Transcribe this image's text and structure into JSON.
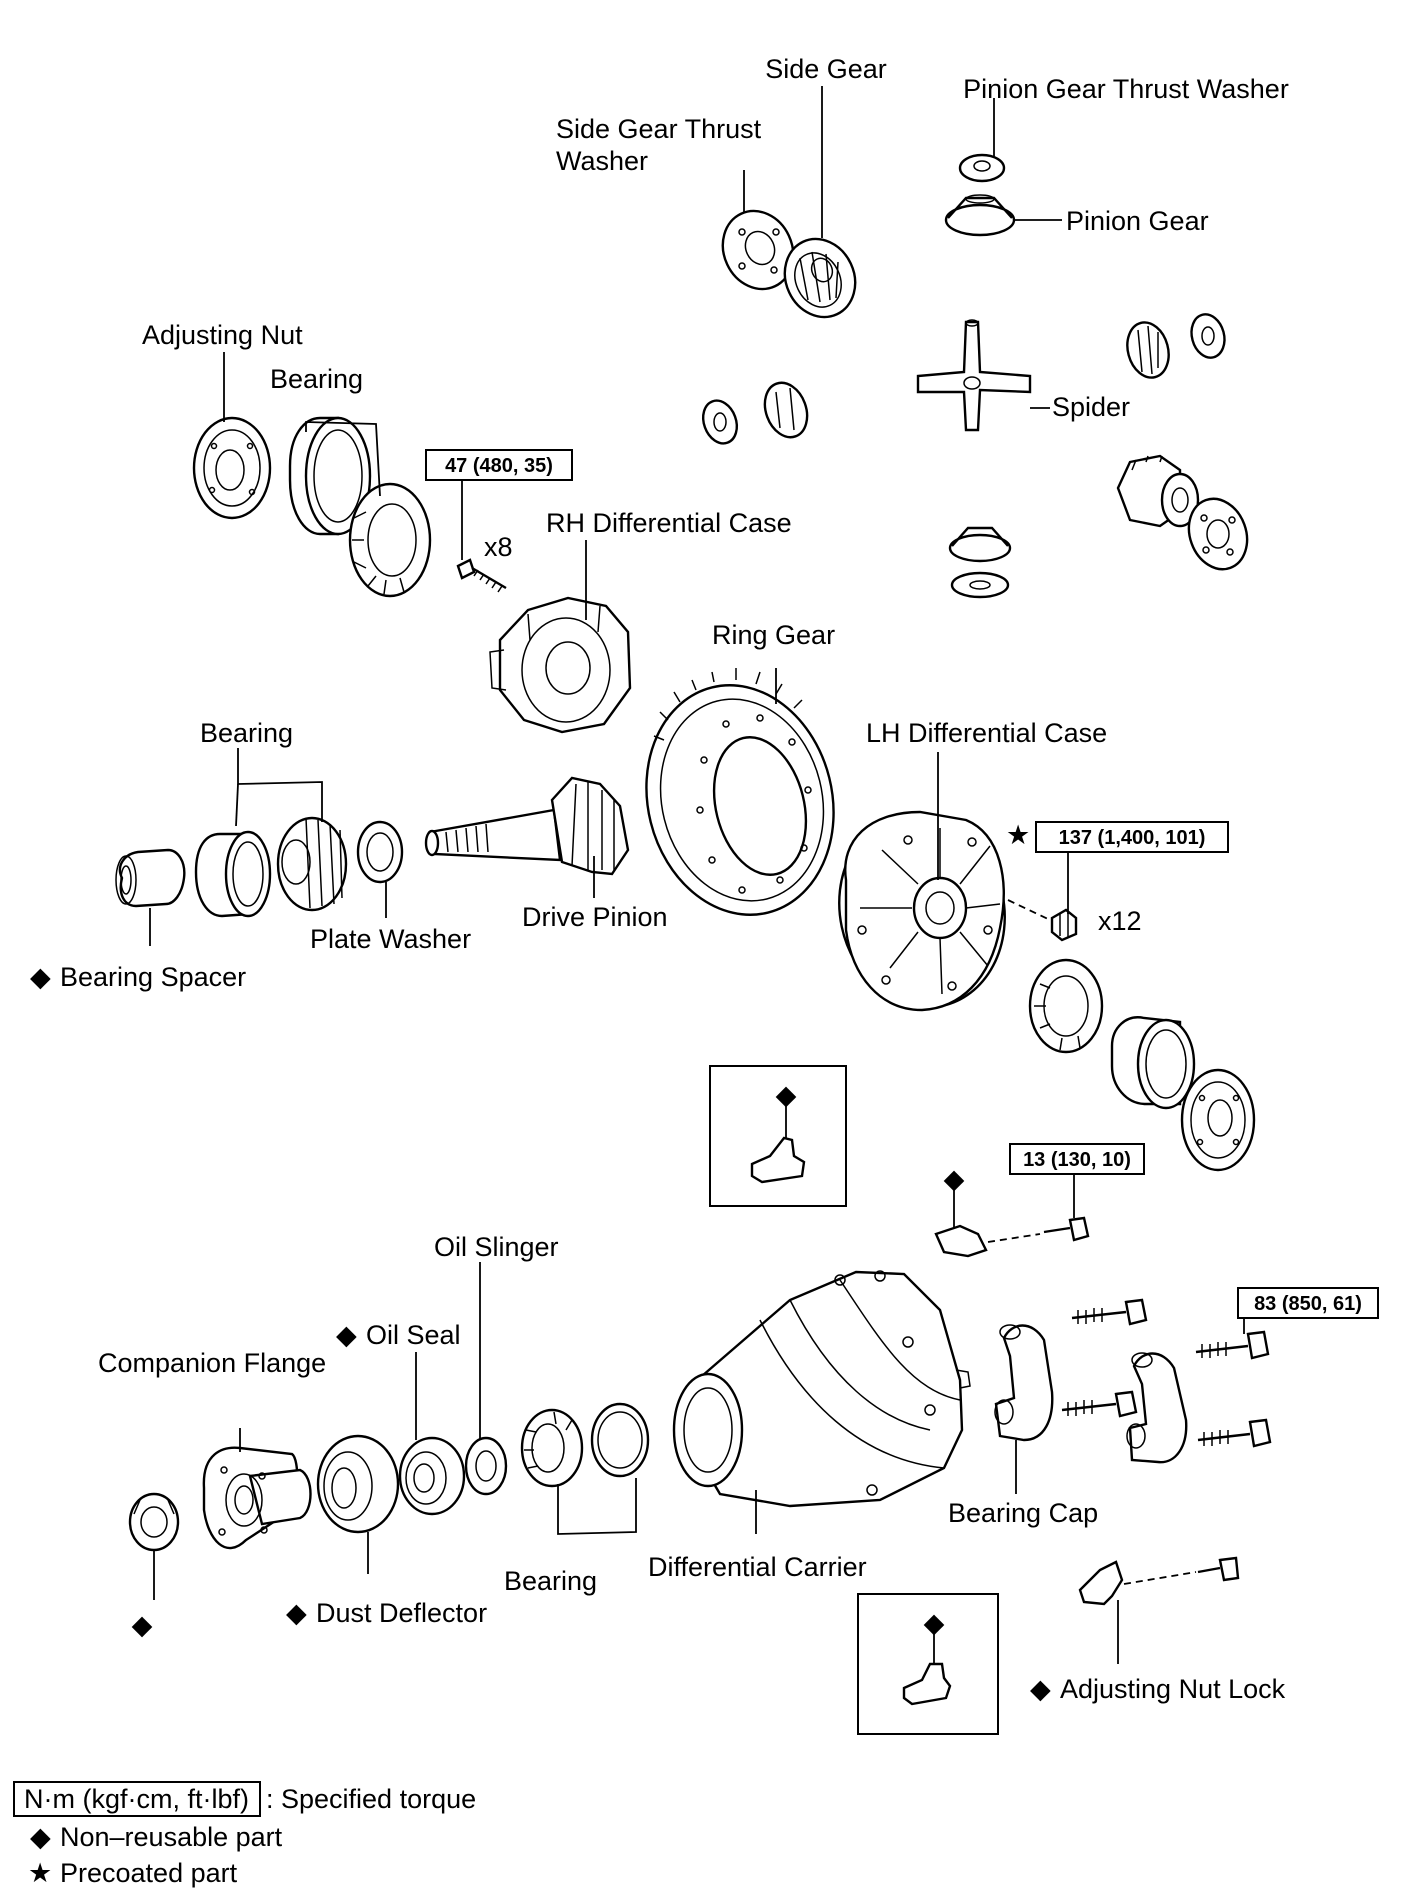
{
  "labels": {
    "side_gear": "Side Gear",
    "pinion_gear_thrust_washer": "Pinion Gear Thrust Washer",
    "side_gear_thrust_washer_line1": "Side Gear Thrust",
    "side_gear_thrust_washer_line2": "Washer",
    "pinion_gear": "Pinion Gear",
    "adjusting_nut": "Adjusting Nut",
    "bearing_top": "Bearing",
    "spider": "Spider",
    "rh_differential_case": "RH Differential Case",
    "ring_gear": "Ring Gear",
    "bearing_mid": "Bearing",
    "lh_differential_case": "LH Differential Case",
    "plate_washer": "Plate Washer",
    "drive_pinion": "Drive Pinion",
    "bearing_spacer": "Bearing Spacer",
    "oil_slinger": "Oil Slinger",
    "oil_seal": "Oil Seal",
    "companion_flange": "Companion Flange",
    "bearing_cap": "Bearing Cap",
    "bearing_bottom": "Bearing",
    "differential_carrier": "Differential Carrier",
    "dust_deflector": "Dust Deflector",
    "adjusting_nut_lock": "Adjusting Nut Lock"
  },
  "torques": {
    "rh_case_bolt": "47 (480, 35)",
    "lh_case_bolt": "137 (1,400, 101)",
    "nut_lock_bolt": "13 (130, 10)",
    "bearing_cap_bolt": "83 (850, 61)"
  },
  "quantities": {
    "rh_case_bolt": "x8",
    "lh_case_bolt": "x12"
  },
  "symbols": {
    "non_reusable": "◆",
    "precoated": "★"
  },
  "legend": {
    "torque_unit": "N·m (kgf·cm, ft·lbf)",
    "torque_desc": ": Specified torque",
    "non_reusable": "Non–reusable part",
    "precoated": "Precoated part"
  }
}
